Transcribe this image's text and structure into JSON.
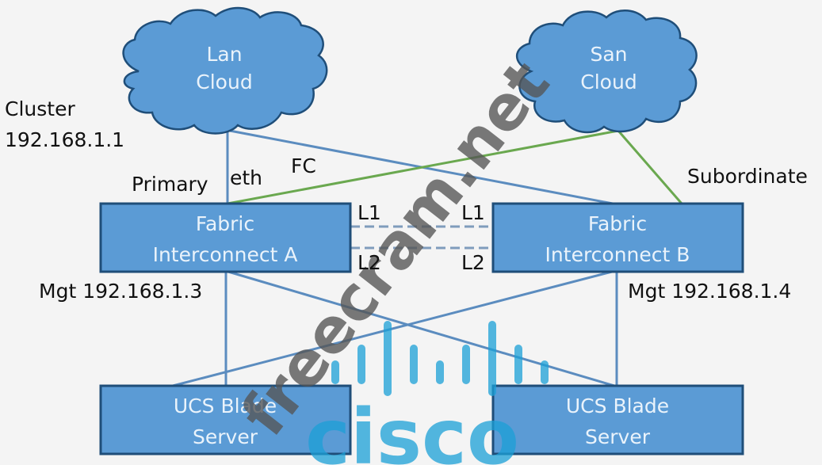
{
  "colors": {
    "box_fill": "#5b9bd5",
    "box_stroke": "#1f4e79",
    "eth_link": "#5b8cbf",
    "fc_link": "#6aa84f",
    "cluster_link": "#7f9cbc",
    "watermark_text": "#555555",
    "cisco_logo": "#1ba0d7"
  },
  "nodes": {
    "lan_cloud": {
      "line1": "Lan",
      "line2": "Cloud"
    },
    "san_cloud": {
      "line1": "San",
      "line2": "Cloud"
    },
    "fi_a": {
      "line1": "Fabric",
      "line2": "Interconnect A"
    },
    "fi_b": {
      "line1": "Fabric",
      "line2": "Interconnect B"
    },
    "blade_left": {
      "line1": "UCS Blade",
      "line2": "Server"
    },
    "blade_right": {
      "line1": "UCS Blade",
      "line2": "Server"
    }
  },
  "labels": {
    "cluster": "Cluster",
    "cluster_ip": "192.168.1.1",
    "primary": "Primary",
    "subordinate": "Subordinate",
    "eth": "eth",
    "fc": "FC",
    "l1_a": "L1",
    "l1_b": "L1",
    "l2_a": "L2",
    "l2_b": "L2",
    "mgt_a": "Mgt 192.168.1.3",
    "mgt_b": "Mgt 192.168.1.4"
  },
  "watermark": {
    "site": "freecram.net",
    "logo": "cisco"
  }
}
